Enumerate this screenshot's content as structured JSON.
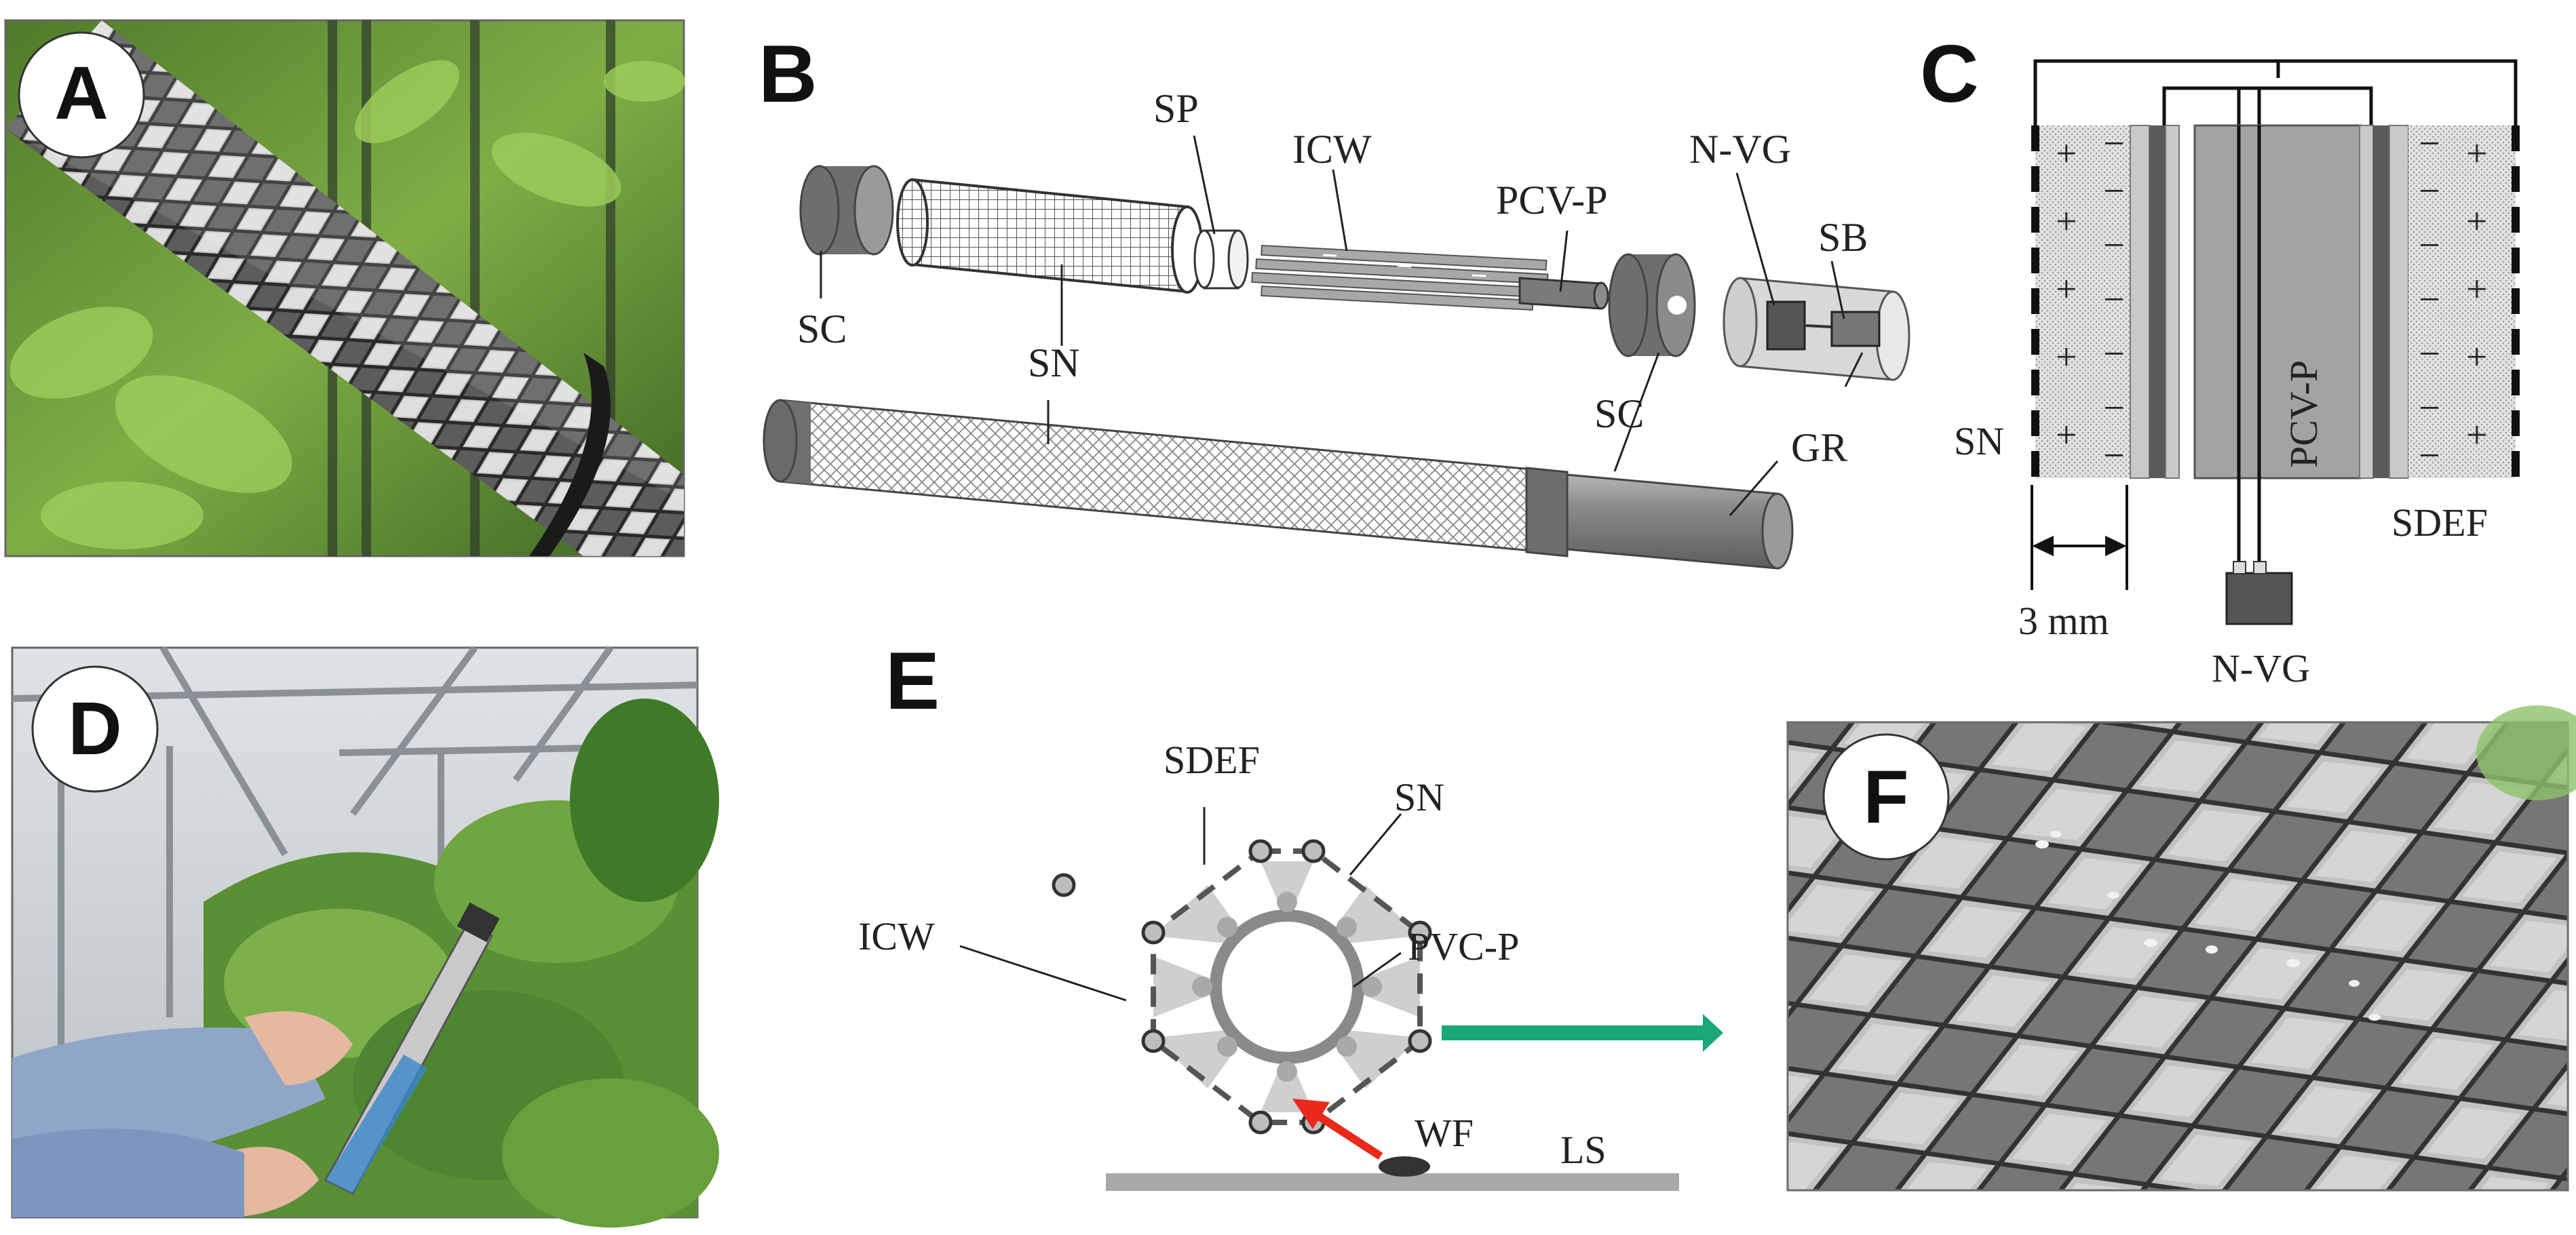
{
  "panels": {
    "A": {
      "letter": "A"
    },
    "B": {
      "letter": "B",
      "labels": {
        "sp": "SP",
        "icw": "ICW",
        "pcvp": "PCV-P",
        "nvg": "N-VG",
        "sb": "SB",
        "sc_left": "SC",
        "sn": "SN",
        "sc_right": "SC",
        "gr": "GR"
      }
    },
    "C": {
      "letter": "C",
      "labels": {
        "sn": "SN",
        "pcvp": "PCV-P",
        "sdef": "SDEF",
        "dimension": "3 mm",
        "nvg": "N-VG"
      },
      "charge_signs": {
        "positive": "+",
        "negative": "−"
      }
    },
    "D": {
      "letter": "D"
    },
    "E": {
      "letter": "E",
      "labels": {
        "sdef": "SDEF",
        "sn": "SN",
        "icw": "ICW",
        "pvcp": "PVC-P",
        "wf": "WF",
        "ls": "LS"
      },
      "colors": {
        "attract_arrow": "#e8291c",
        "transition_arrow": "#1aa77a"
      }
    },
    "F": {
      "letter": "F"
    }
  }
}
